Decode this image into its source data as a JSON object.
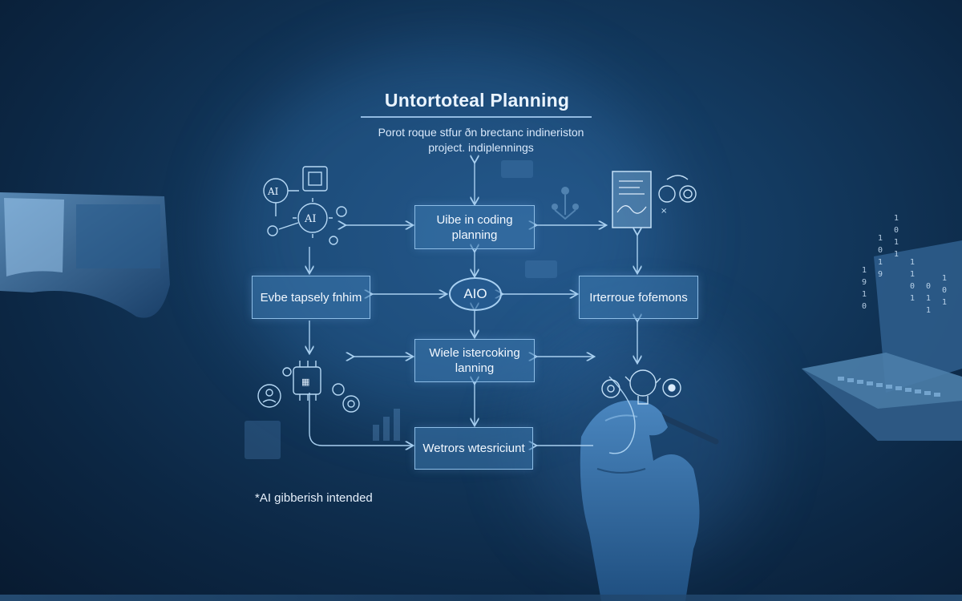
{
  "diagram": {
    "title": "Untortoteal Planning",
    "subtitle_line1": "Porot roque stfur ðn brectanc indineriston",
    "subtitle_line2": "project. indiplennings",
    "nodes": {
      "top": "Uibe in coding planning",
      "left": "Evbe tapsely fnhim",
      "center": "AIO",
      "right": "Irterroue fofemons",
      "middle": "Wiele istercoking lanning",
      "bottom": "Wetrors wtesriciunt"
    },
    "icons": {
      "ai_top": "AI",
      "ai_mid": "AI"
    },
    "footnote": "*AI gibberish intended",
    "colors": {
      "background": "#0c2744",
      "box_fill": "#3c78af",
      "box_border": "#8dbde6",
      "arrow": "#a9d0f0"
    }
  }
}
